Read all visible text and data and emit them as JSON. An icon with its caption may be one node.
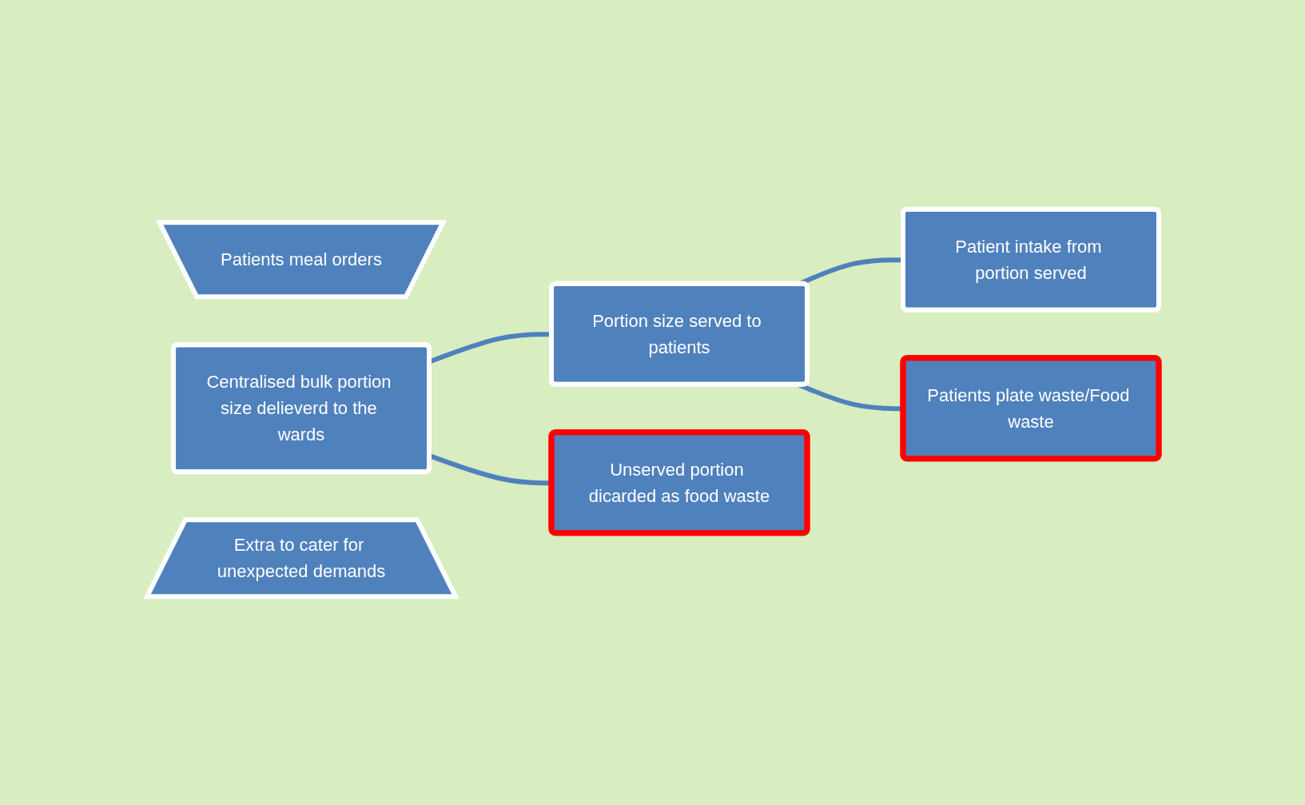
{
  "diagram": {
    "nodes": [
      {
        "text": [
          "Patients meal orders"
        ]
      },
      {
        "text": [
          "Centralised bulk portion size delieverd to the wards"
        ]
      },
      {
        "text": [
          "Portion size served to patients"
        ]
      },
      {
        "text": [
          "Unserved portion dicarded as food waste"
        ]
      },
      {
        "text": [
          "Patient intake from portion served"
        ]
      },
      {
        "text": [
          "Patients plate waste/Food waste"
        ]
      },
      {
        "text": [
          "Extra to cater for unexpected demands"
        ]
      }
    ],
    "edges": [
      {
        "from": 1,
        "to": 2,
        "arrow": "none"
      },
      {
        "from": 1,
        "to": 3,
        "arrow": "none"
      },
      {
        "from": 2,
        "to": 4,
        "arrow": "none"
      },
      {
        "from": 2,
        "to": 5,
        "arrow": "none"
      }
    ]
  }
}
